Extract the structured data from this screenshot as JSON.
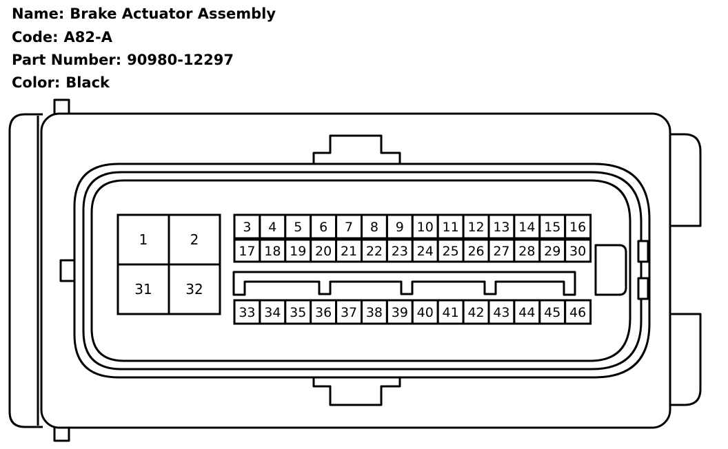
{
  "info": {
    "name_label": "Name:",
    "name_value": "Brake Actuator Assembly",
    "code_label": "Code:",
    "code_value": "A82-A",
    "part_label": "Part Number:",
    "part_value": "90980-12297",
    "color_label": "Color:",
    "color_value": "Black"
  },
  "connector": {
    "large_pins": [
      "1",
      "2",
      "31",
      "32"
    ],
    "row1": [
      "3",
      "4",
      "5",
      "6",
      "7",
      "8",
      "9",
      "10",
      "11",
      "12",
      "13",
      "14",
      "15",
      "16"
    ],
    "row2": [
      "17",
      "18",
      "19",
      "20",
      "21",
      "22",
      "23",
      "24",
      "25",
      "26",
      "27",
      "28",
      "29",
      "30"
    ],
    "row3": [
      "33",
      "34",
      "35",
      "36",
      "37",
      "38",
      "39",
      "40",
      "41",
      "42",
      "43",
      "44",
      "45",
      "46"
    ]
  }
}
